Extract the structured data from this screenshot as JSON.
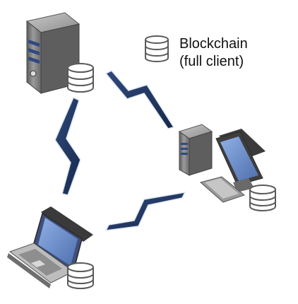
{
  "legend": {
    "line1": "Blockchain",
    "line2": "(full client)",
    "icon": "database-icon"
  },
  "nodes": [
    {
      "kind": "server",
      "icon": "server-tower-icon"
    },
    {
      "kind": "desktop",
      "icon": "desktop-computer-icon"
    },
    {
      "kind": "laptop",
      "icon": "laptop-icon"
    }
  ],
  "links": [
    {
      "from": "server",
      "to": "desktop"
    },
    {
      "from": "server",
      "to": "laptop"
    },
    {
      "from": "desktop",
      "to": "laptop"
    }
  ],
  "colors": {
    "link_fill": "#243b66",
    "link_highlight": "#dfe7f3",
    "db_fill": "#ffffff",
    "db_stroke": "#5a5a5a",
    "screen_blue": "#6f8fcf",
    "device_gray": "#7a7a7a",
    "device_dark": "#3e3e3e"
  }
}
